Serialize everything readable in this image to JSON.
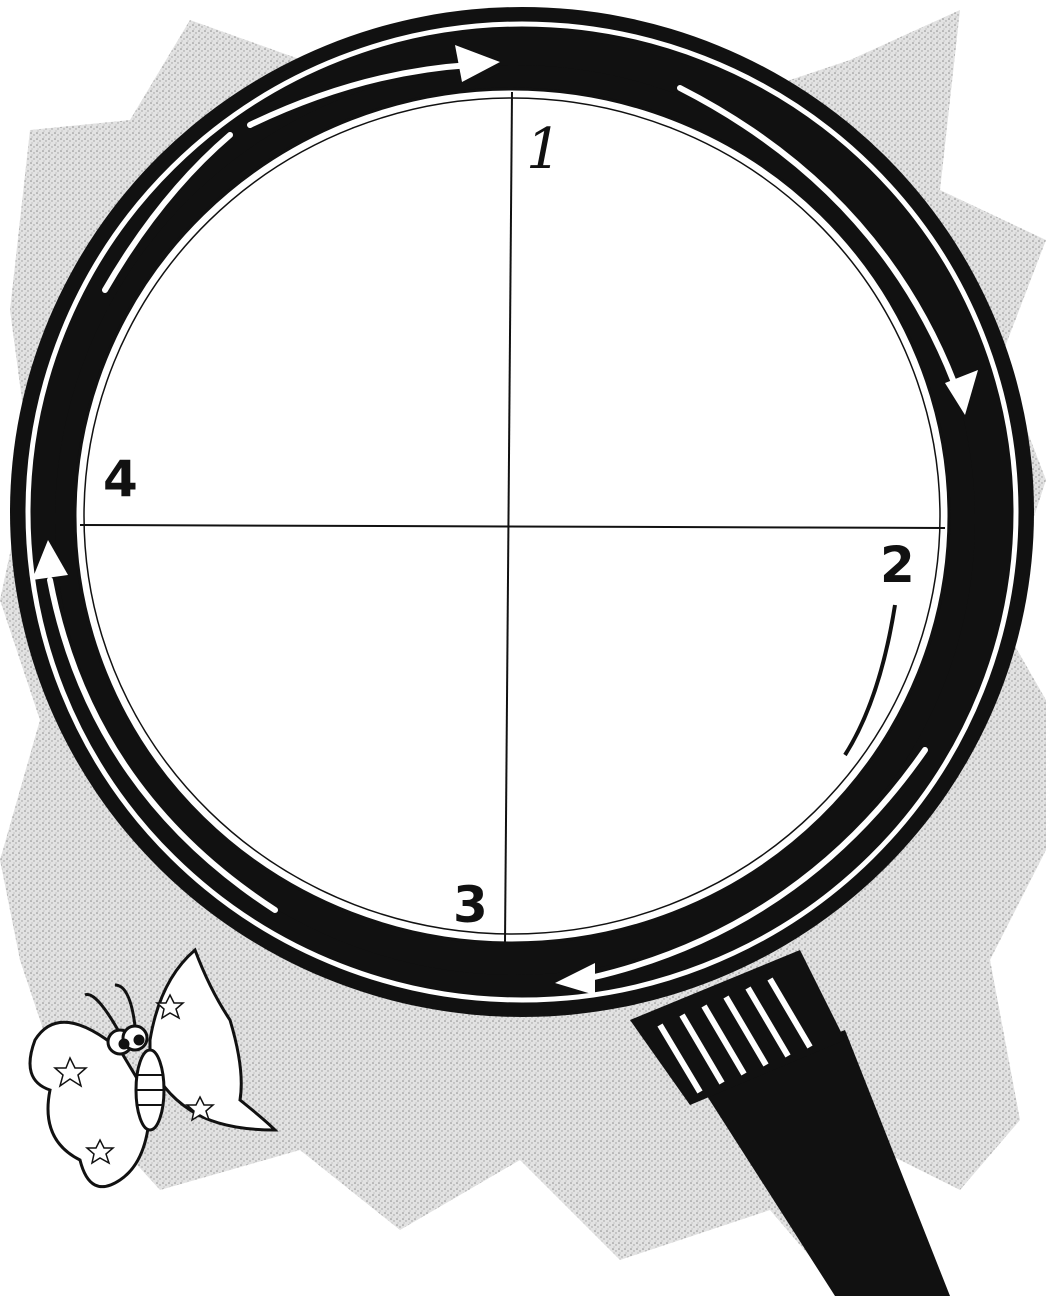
{
  "diagram": {
    "type": "magnifying-glass-cycle",
    "quadrant_labels": [
      "1",
      "2",
      "3",
      "4"
    ],
    "flow_direction": "clockwise",
    "colors": {
      "ink": "#111111",
      "paper": "#ffffff",
      "burst": "#d4d4d4"
    },
    "decorations": [
      "starburst-background",
      "butterfly-icon",
      "magnifier-handle"
    ]
  }
}
